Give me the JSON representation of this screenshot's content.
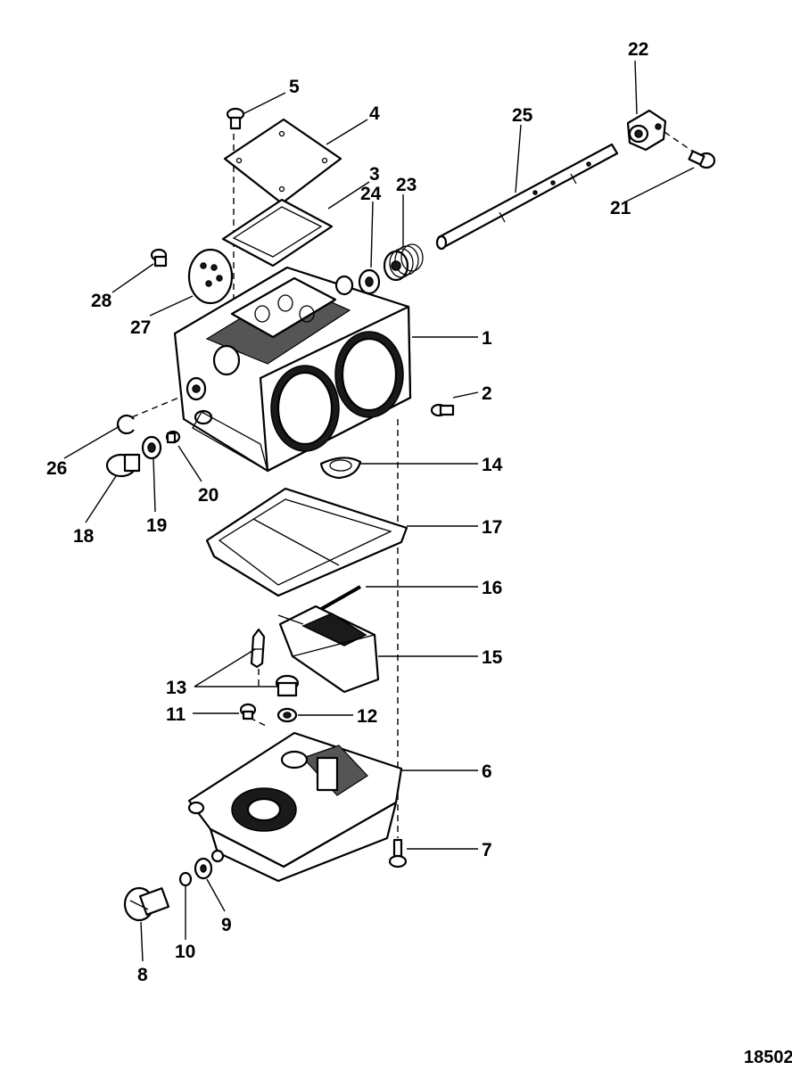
{
  "callouts": [
    {
      "id": "1",
      "label": "1"
    },
    {
      "id": "2",
      "label": "2"
    },
    {
      "id": "3",
      "label": "3"
    },
    {
      "id": "4",
      "label": "4"
    },
    {
      "id": "5",
      "label": "5"
    },
    {
      "id": "6",
      "label": "6"
    },
    {
      "id": "7",
      "label": "7"
    },
    {
      "id": "8",
      "label": "8"
    },
    {
      "id": "9",
      "label": "9"
    },
    {
      "id": "10",
      "label": "10"
    },
    {
      "id": "11",
      "label": "11"
    },
    {
      "id": "12",
      "label": "12"
    },
    {
      "id": "13",
      "label": "13"
    },
    {
      "id": "14",
      "label": "14"
    },
    {
      "id": "15",
      "label": "15"
    },
    {
      "id": "16",
      "label": "16"
    },
    {
      "id": "17",
      "label": "17"
    },
    {
      "id": "18",
      "label": "18"
    },
    {
      "id": "19",
      "label": "19"
    },
    {
      "id": "20",
      "label": "20"
    },
    {
      "id": "21",
      "label": "21"
    },
    {
      "id": "22",
      "label": "22"
    },
    {
      "id": "23",
      "label": "23"
    },
    {
      "id": "24",
      "label": "24"
    },
    {
      "id": "25",
      "label": "25"
    },
    {
      "id": "26",
      "label": "26"
    },
    {
      "id": "27",
      "label": "27"
    },
    {
      "id": "28",
      "label": "28"
    }
  ],
  "catalog_number": "18502"
}
